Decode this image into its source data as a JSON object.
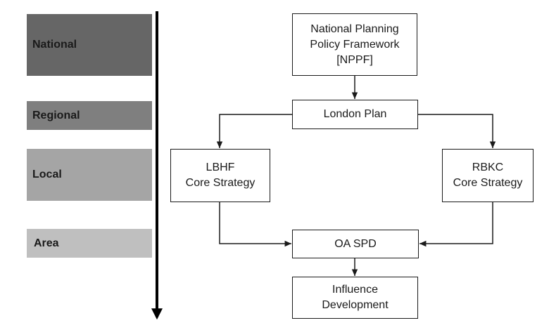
{
  "levels": {
    "national": "National",
    "regional": "Regional",
    "local": "Local",
    "area": "Area"
  },
  "boxes": {
    "npff": {
      "line1": "National Planning",
      "line2": "Policy Framework",
      "line3": "[NPPF]"
    },
    "london_plan": "London Plan",
    "lbhf": {
      "line1": "LBHF",
      "line2": "Core Strategy"
    },
    "rbkc": {
      "line1": "RBKC",
      "line2": "Core Strategy"
    },
    "oa_spd": "OA SPD",
    "influence": {
      "line1": "Influence",
      "line2": "Development"
    }
  },
  "colors": {
    "national": "#666666",
    "regional": "#7f7f7f",
    "local": "#a5a5a5",
    "area": "#bfbfbf",
    "line": "#1a1a1a"
  }
}
